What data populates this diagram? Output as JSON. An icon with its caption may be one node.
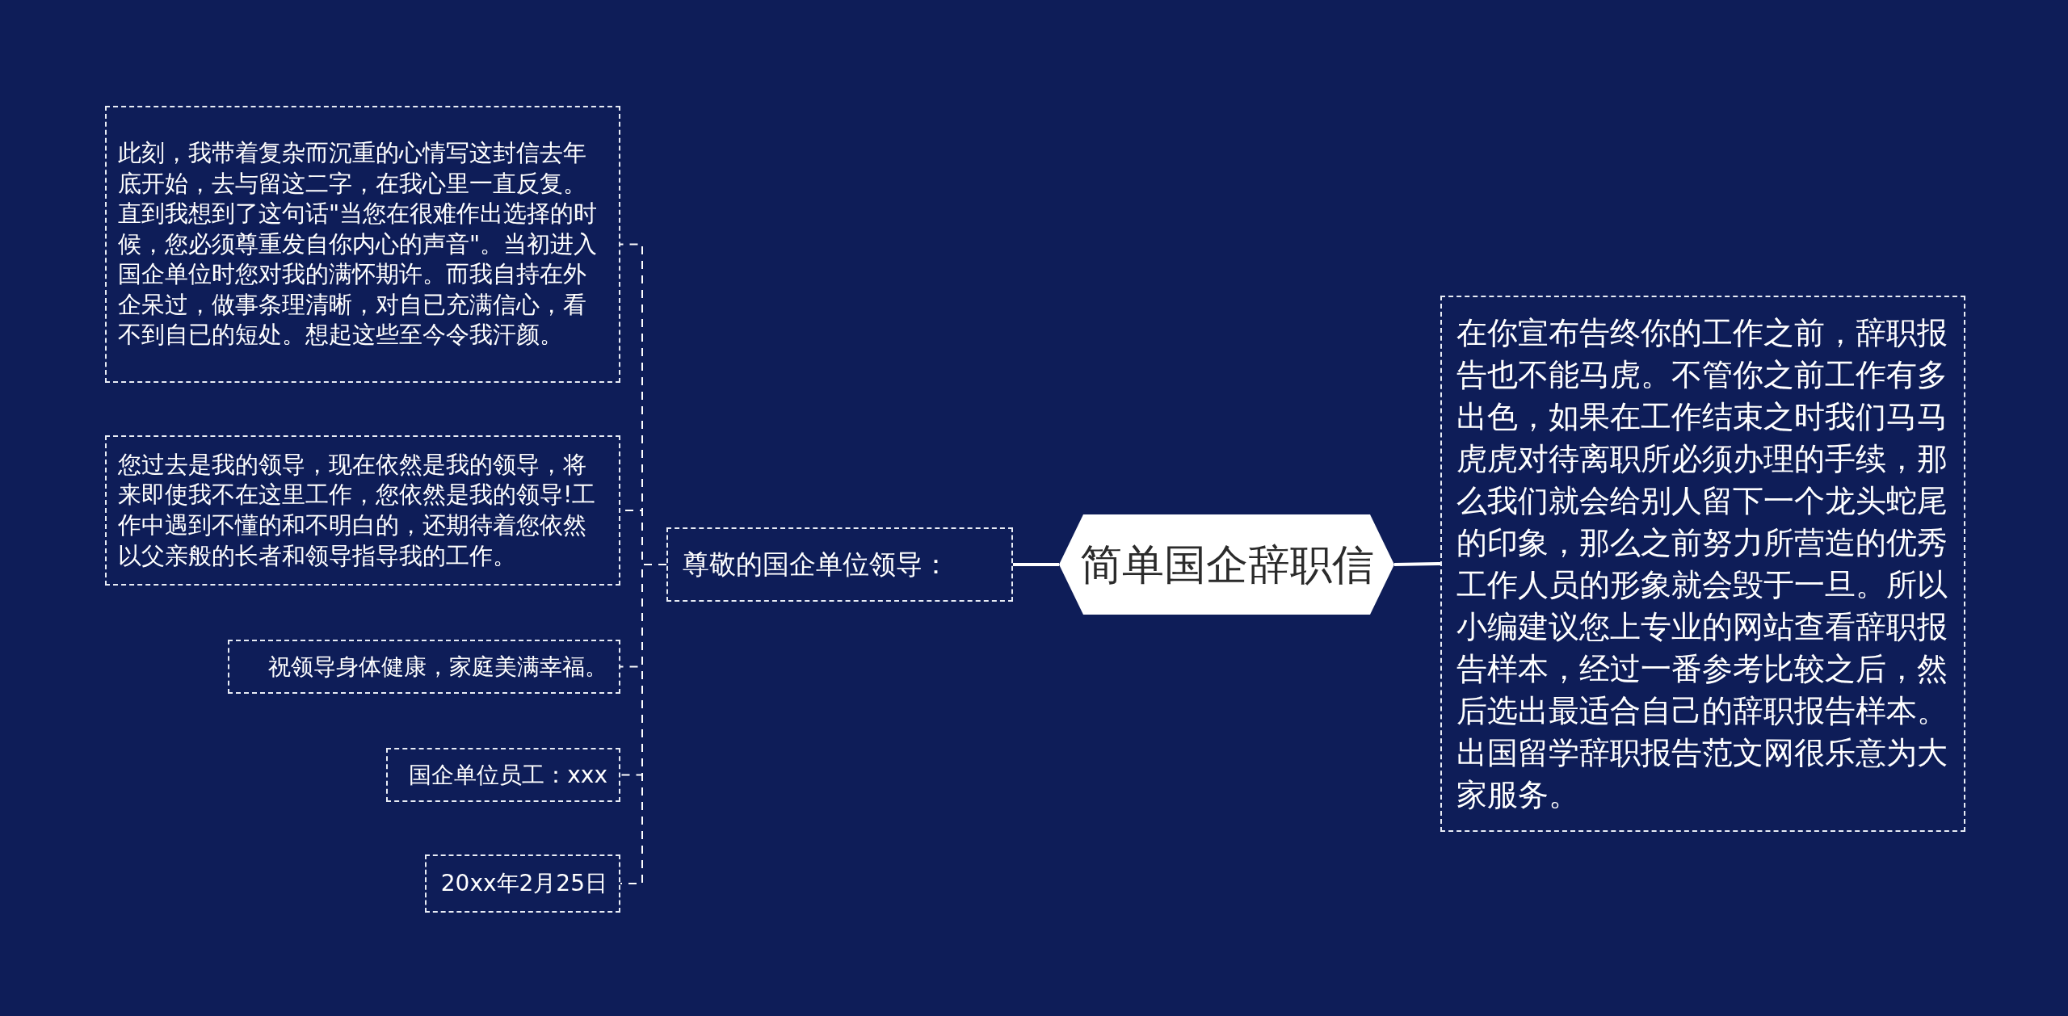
{
  "diagram": {
    "nodes": [
      {
        "text": [
          "简单国企辞职信"
        ]
      },
      {
        "text": [
          "尊敬的国企单位领导："
        ]
      },
      {
        "text": [
          "此刻，我带着复杂而沉重的心情写这封信去年底开始，去与留这二字，在我心里一直反复。直到我想到了这句话\"当您在很难作出选择的时候，您必须尊重发自你内心的声音\"。当初进入国企单位时您对我的满怀期许。而我自持在外企呆过，做事条理清晰，对自已充满信心，看不到自已的短处。想起这些至今令我汗颜。"
        ]
      },
      {
        "text": [
          "您过去是我的领导，现在依然是我的领导，将来即使我不在这里工作，您依然是我的领导!工作中遇到不懂的和不明白的，还期待着您依然以父亲般的长者和领导指导我的工作。"
        ]
      },
      {
        "text": [
          "祝领导身体健康，家庭美满幸福。"
        ]
      },
      {
        "text": [
          "国企单位员工：xxx"
        ]
      },
      {
        "text": [
          "20xx年2月25日"
        ]
      },
      {
        "text": [
          "在你宣布告终你的工作之前，辞职报告也不能马虎。不管你之前工作有多出色，如果在工作结束之时我们马马虎虎对待离职所必须办理的手续，那么我们就会给别人留下一个龙头蛇尾的印象，那么之前努力所营造的优秀工作人员的形象就会毁于一旦。所以小编建议您上专业的网站查看辞职报告样本，经过一番参考比较之后，然后选出最适合自己的辞职报告样本。出国留学辞职报告范文网很乐意为大家服务。"
        ]
      }
    ],
    "edges": [
      {
        "from": 0,
        "to": 1,
        "arrow": "none"
      },
      {
        "from": 0,
        "to": 7,
        "arrow": "none"
      },
      {
        "from": 1,
        "to": 2,
        "arrow": "none",
        "style": "dashed"
      },
      {
        "from": 1,
        "to": 3,
        "arrow": "none",
        "style": "dashed"
      },
      {
        "from": 1,
        "to": 4,
        "arrow": "none",
        "style": "dashed"
      },
      {
        "from": 1,
        "to": 5,
        "arrow": "none",
        "style": "dashed"
      },
      {
        "from": 1,
        "to": 6,
        "arrow": "none",
        "style": "dashed"
      }
    ]
  }
}
